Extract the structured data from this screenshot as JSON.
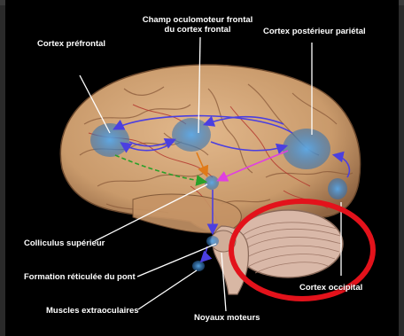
{
  "labels": {
    "cortex_prefrontal": "Cortex préfrontal",
    "champ_line1": "Champ oculomoteur frontal",
    "champ_line2": "du cortex frontal",
    "cortex_parietal": "Cortex postérieur pariétal",
    "colliculus": "Colliculus supérieur",
    "formation_reticulee": "Formation réticulée du pont",
    "muscles": "Muscles extraoculaires",
    "noyaux": "Noyaux moteurs",
    "cortex_occipital": "Cortex occipital"
  },
  "colors": {
    "background": "#000000",
    "brain": "#c99a6b",
    "region_highlight": "#3f86c9",
    "arrow_blue": "#4b3fe0",
    "arrow_green": "#2aa02a",
    "arrow_orange": "#e07a18",
    "arrow_magenta": "#e040e0",
    "circle_red": "#e3121b"
  }
}
